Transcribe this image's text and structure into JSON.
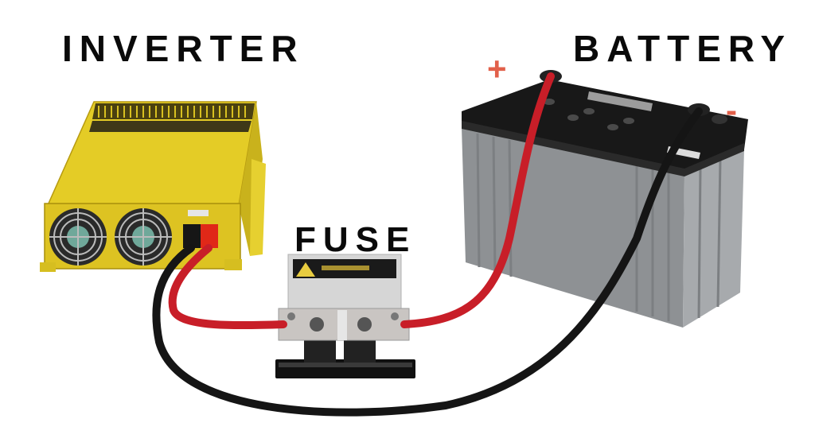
{
  "labels": {
    "inverter": "INVERTER",
    "battery": "BATTERY",
    "fuse": "FUSE",
    "positive": "+",
    "negative": "-"
  },
  "colors": {
    "background": "#ffffff",
    "label_text": "#0a0a0a",
    "polarity_marker": "#e2604a",
    "inverter_body": "#e8d12a",
    "battery_case": "#9a9da0",
    "battery_lid": "#1a1a1a",
    "positive_cable": "#d0202a",
    "negative_cable": "#151515",
    "fuse_body": "#d8d8d8",
    "fuse_base": "#111111"
  },
  "components": [
    {
      "id": "inverter",
      "name": "Inverter",
      "detail": "Yellow inverter with two cooling fans and DC input terminals"
    },
    {
      "id": "fuse",
      "name": "Fuse",
      "detail": "Inline fuse block on black base"
    },
    {
      "id": "battery",
      "name": "Battery",
      "detail": "Gray battery with black lid, positive and negative posts"
    }
  ],
  "connections": [
    {
      "from": "inverter_positive",
      "to": "fuse",
      "cable": "red"
    },
    {
      "from": "fuse",
      "to": "battery_positive",
      "cable": "red"
    },
    {
      "from": "inverter_negative",
      "to": "battery_negative",
      "cable": "black"
    }
  ]
}
